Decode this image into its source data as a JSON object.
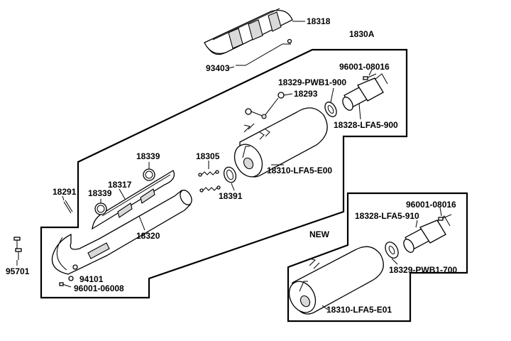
{
  "labels": {
    "p18318": "18318",
    "p93403": "93403",
    "p1830A": "1830A",
    "p96001_08016_a": "96001-08016",
    "p18329_pwb1_900": "18329-PWB1-900",
    "p18293": "18293",
    "p18328_lfa5_900": "18328-LFA5-900",
    "p18339_a": "18339",
    "p18305": "18305",
    "p18310_lfa5_e00": "18310-LFA5-E00",
    "p18391": "18391",
    "p18291": "18291",
    "p18339_b": "18339",
    "p18317": "18317",
    "p18320": "18320",
    "p95701": "95701",
    "p94101": "94101",
    "p96001_06008": "96001-06008",
    "new": "NEW",
    "p96001_08016_b": "96001-08016",
    "p18328_lfa5_910": "18328-LFA5-910",
    "p18329_pwb1_700": "18329-PWB1-700",
    "p18310_lfa5_e01": "18310-LFA5-E01"
  }
}
